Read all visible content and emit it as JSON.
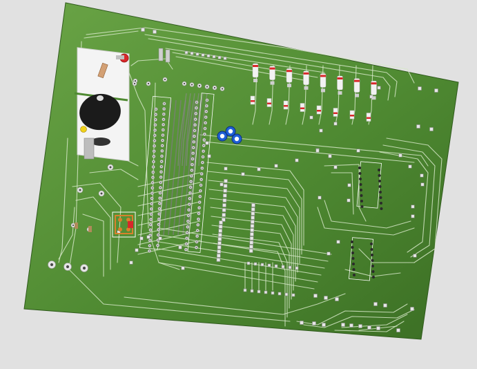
{
  "viewer": {
    "background": "#e1e1e1"
  },
  "board": {
    "component": "pcb-3d-render",
    "colors": {
      "board_light": "#6aa446",
      "board_mid": "#4f8a32",
      "board_dark": "#3b6e24",
      "trace": "#d6e7c8",
      "silk": "#ffffff",
      "pad": "#e6e6e6",
      "pad_hole": "#4a4a4a",
      "header_dark": "#444444",
      "led_red": "#d8282a",
      "led_blue": "#1e5fd6",
      "led_yellow": "#f0d21a",
      "buzzer_black": "#1b1b1b",
      "relay_orange": "#d9812c",
      "white_block": "#f4f4f4",
      "ic_pin": "#2a2a2a"
    },
    "parts": [
      {
        "ref": "resistor-array",
        "kind": "resistor",
        "count": 8
      },
      {
        "ref": "red-led",
        "kind": "led"
      },
      {
        "ref": "blue-leds",
        "kind": "led",
        "count": 3
      },
      {
        "ref": "yellow-led",
        "kind": "led"
      },
      {
        "ref": "buzzer",
        "kind": "buzzer"
      },
      {
        "ref": "relay",
        "kind": "relay"
      },
      {
        "ref": "ic-sockets",
        "kind": "ic",
        "count": 2
      },
      {
        "ref": "screw-terminals",
        "kind": "terminal",
        "count": 3
      },
      {
        "ref": "main-header-columns",
        "kind": "header"
      }
    ]
  }
}
